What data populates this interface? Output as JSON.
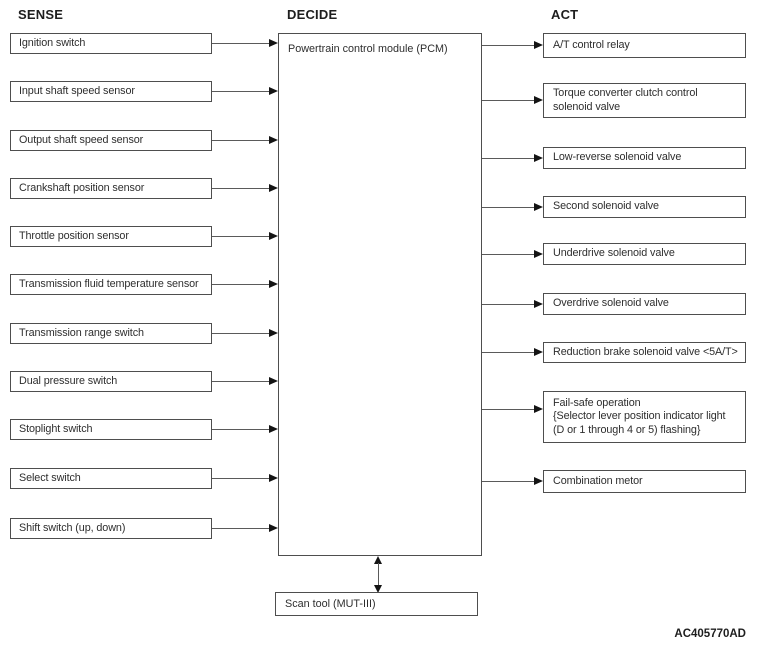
{
  "headers": {
    "sense": "SENSE",
    "decide": "DECIDE",
    "act": "ACT"
  },
  "pcm": {
    "label": "Powertrain control module (PCM)"
  },
  "scan_tool": {
    "label": "Scan tool (MUT-III)"
  },
  "figure_code": "AC405770AD",
  "sense": {
    "items": [
      {
        "label": "Ignition switch"
      },
      {
        "label": "Input shaft speed sensor"
      },
      {
        "label": "Output shaft speed sensor"
      },
      {
        "label": "Crankshaft position sensor"
      },
      {
        "label": "Throttle position sensor"
      },
      {
        "label": "Transmission fluid temperature sensor"
      },
      {
        "label": "Transmission range switch"
      },
      {
        "label": "Dual pressure switch"
      },
      {
        "label": "Stoplight switch"
      },
      {
        "label": "Select switch"
      },
      {
        "label": "Shift switch (up, down)"
      }
    ]
  },
  "act": {
    "items": [
      {
        "lines": [
          "A/T control relay"
        ]
      },
      {
        "lines": [
          "Torque converter clutch control",
          "solenoid valve"
        ]
      },
      {
        "lines": [
          "Low-reverse solenoid valve"
        ]
      },
      {
        "lines": [
          "Second solenoid valve"
        ]
      },
      {
        "lines": [
          "Underdrive solenoid valve"
        ]
      },
      {
        "lines": [
          "Overdrive solenoid valve"
        ]
      },
      {
        "lines": [
          "Reduction brake solenoid valve <5A/T>"
        ]
      },
      {
        "lines": [
          "Fail-safe operation",
          "{Selector lever position indicator light",
          "(D or 1 through 4 or 5) flashing}"
        ]
      },
      {
        "lines": [
          "Combination metor"
        ]
      }
    ]
  },
  "colors": {
    "background": "#ffffff",
    "box_border": "#4e4e4e",
    "arrow_line": "#5a5a5a",
    "arrow_head": "#141414",
    "text": "#2e2e2e"
  }
}
